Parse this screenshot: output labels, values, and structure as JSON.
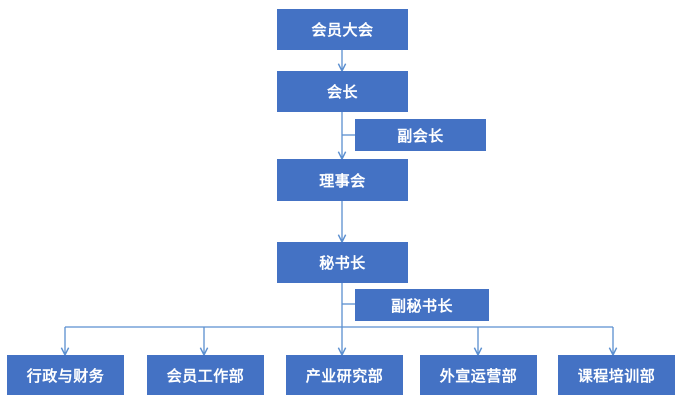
{
  "org": {
    "assembly": "会员大会",
    "president": "会长",
    "vice_president": "副会长",
    "council": "理事会",
    "secretary_general": "秘书长",
    "deputy_secretary_general": "副秘书长",
    "departments": [
      "行政与财务",
      "会员工作部",
      "产业研究部",
      "外宣运营部",
      "课程培训部"
    ]
  },
  "colors": {
    "box_fill": "#4472c4",
    "box_text": "#ffffff",
    "connector": "#5b8fd0"
  }
}
